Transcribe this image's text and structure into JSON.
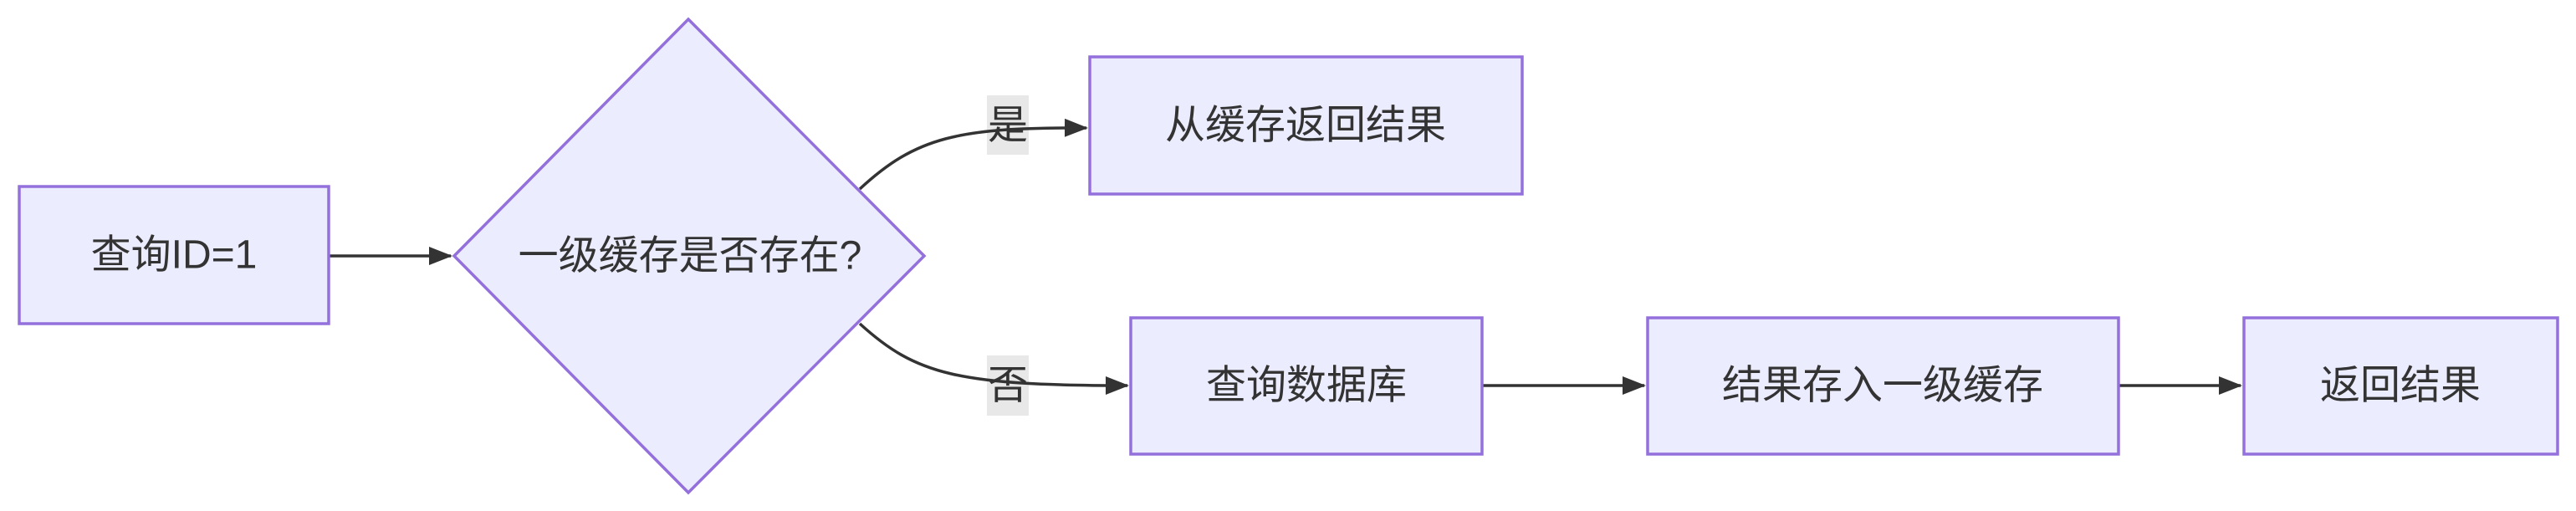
{
  "diagram": {
    "kind": "flowchart",
    "direction": "left-to-right",
    "nodes": [
      {
        "id": "start",
        "shape": "rectangle",
        "label": "查询ID=1"
      },
      {
        "id": "decision",
        "shape": "diamond",
        "label": "一级缓存是否存在?"
      },
      {
        "id": "cache_hit",
        "shape": "rectangle",
        "label": "从缓存返回结果"
      },
      {
        "id": "query_db",
        "shape": "rectangle",
        "label": "查询数据库"
      },
      {
        "id": "store_cache",
        "shape": "rectangle",
        "label": "结果存入一级缓存"
      },
      {
        "id": "return_result",
        "shape": "rectangle",
        "label": "返回结果"
      }
    ],
    "edges": [
      {
        "from": "start",
        "to": "decision",
        "label": ""
      },
      {
        "from": "decision",
        "to": "cache_hit",
        "label": "是"
      },
      {
        "from": "decision",
        "to": "query_db",
        "label": "否"
      },
      {
        "from": "query_db",
        "to": "store_cache",
        "label": ""
      },
      {
        "from": "store_cache",
        "to": "return_result",
        "label": ""
      }
    ],
    "colors": {
      "node_fill": "#ECECFF",
      "node_border": "#9370DB",
      "edge_line": "#333333",
      "edge_label_bg": "#e8e8e8",
      "text": "#333333",
      "background": "#ffffff"
    }
  }
}
